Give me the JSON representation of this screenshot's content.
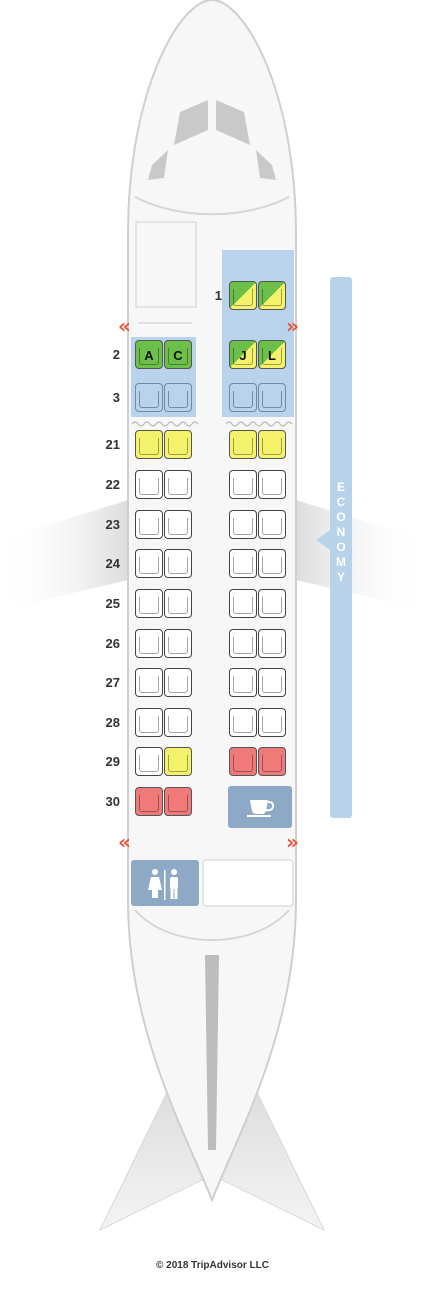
{
  "colors": {
    "green": "#6cc04a",
    "yellow": "#f4f26a",
    "red": "#f07a7a",
    "blue": "#b9d3ec",
    "white": "#ffffff",
    "exit_arrow": "#e4573a",
    "cabin_label": "#b8d2ea",
    "facility": "#8ea9c6"
  },
  "rows": [
    {
      "label": "1",
      "seats": [
        {
          "col": "J",
          "type": "limegreen",
          "letter": ""
        },
        {
          "col": "L",
          "type": "limegreen",
          "letter": ""
        }
      ]
    },
    {
      "label": "2",
      "seats": [
        {
          "col": "A",
          "type": "green",
          "letter": "A"
        },
        {
          "col": "C",
          "type": "green",
          "letter": "C"
        },
        {
          "col": "J",
          "type": "limegreen",
          "letter": "J"
        },
        {
          "col": "L",
          "type": "limegreen",
          "letter": "L"
        }
      ]
    },
    {
      "label": "3",
      "seats": [
        {
          "col": "A",
          "type": "blue",
          "letter": ""
        },
        {
          "col": "C",
          "type": "blue",
          "letter": ""
        },
        {
          "col": "J",
          "type": "blue",
          "letter": ""
        },
        {
          "col": "L",
          "type": "blue",
          "letter": ""
        }
      ]
    },
    {
      "label": "21",
      "seats": [
        {
          "col": "A",
          "type": "yellow",
          "letter": ""
        },
        {
          "col": "C",
          "type": "yellow",
          "letter": ""
        },
        {
          "col": "J",
          "type": "yellow",
          "letter": ""
        },
        {
          "col": "L",
          "type": "yellow",
          "letter": ""
        }
      ]
    },
    {
      "label": "22",
      "seats": [
        {
          "col": "A",
          "type": "white",
          "letter": ""
        },
        {
          "col": "C",
          "type": "white",
          "letter": ""
        },
        {
          "col": "J",
          "type": "white",
          "letter": ""
        },
        {
          "col": "L",
          "type": "white",
          "letter": ""
        }
      ]
    },
    {
      "label": "23",
      "seats": [
        {
          "col": "A",
          "type": "white",
          "letter": ""
        },
        {
          "col": "C",
          "type": "white",
          "letter": ""
        },
        {
          "col": "J",
          "type": "white",
          "letter": ""
        },
        {
          "col": "L",
          "type": "white",
          "letter": ""
        }
      ]
    },
    {
      "label": "24",
      "seats": [
        {
          "col": "A",
          "type": "white",
          "letter": ""
        },
        {
          "col": "C",
          "type": "white",
          "letter": ""
        },
        {
          "col": "J",
          "type": "white",
          "letter": ""
        },
        {
          "col": "L",
          "type": "white",
          "letter": ""
        }
      ]
    },
    {
      "label": "25",
      "seats": [
        {
          "col": "A",
          "type": "white",
          "letter": ""
        },
        {
          "col": "C",
          "type": "white",
          "letter": ""
        },
        {
          "col": "J",
          "type": "white",
          "letter": ""
        },
        {
          "col": "L",
          "type": "white",
          "letter": ""
        }
      ]
    },
    {
      "label": "26",
      "seats": [
        {
          "col": "A",
          "type": "white",
          "letter": ""
        },
        {
          "col": "C",
          "type": "white",
          "letter": ""
        },
        {
          "col": "J",
          "type": "white",
          "letter": ""
        },
        {
          "col": "L",
          "type": "white",
          "letter": ""
        }
      ]
    },
    {
      "label": "27",
      "seats": [
        {
          "col": "A",
          "type": "white",
          "letter": ""
        },
        {
          "col": "C",
          "type": "white",
          "letter": ""
        },
        {
          "col": "J",
          "type": "white",
          "letter": ""
        },
        {
          "col": "L",
          "type": "white",
          "letter": ""
        }
      ]
    },
    {
      "label": "28",
      "seats": [
        {
          "col": "A",
          "type": "white",
          "letter": ""
        },
        {
          "col": "C",
          "type": "white",
          "letter": ""
        },
        {
          "col": "J",
          "type": "white",
          "letter": ""
        },
        {
          "col": "L",
          "type": "white",
          "letter": ""
        }
      ]
    },
    {
      "label": "29",
      "seats": [
        {
          "col": "A",
          "type": "white",
          "letter": ""
        },
        {
          "col": "C",
          "type": "yellow",
          "letter": ""
        },
        {
          "col": "J",
          "type": "red",
          "letter": ""
        },
        {
          "col": "L",
          "type": "red",
          "letter": ""
        }
      ]
    },
    {
      "label": "30",
      "seats": [
        {
          "col": "A",
          "type": "red",
          "letter": ""
        },
        {
          "col": "C",
          "type": "red",
          "letter": ""
        }
      ]
    }
  ],
  "cabin_label": "ECONOMY",
  "exit_arrows": {
    "left": "«",
    "right": "»"
  },
  "galley_icon": "coffee-cup-icon",
  "lavatory_icon": "restroom-icon",
  "copyright": "© 2018 TripAdvisor LLC"
}
